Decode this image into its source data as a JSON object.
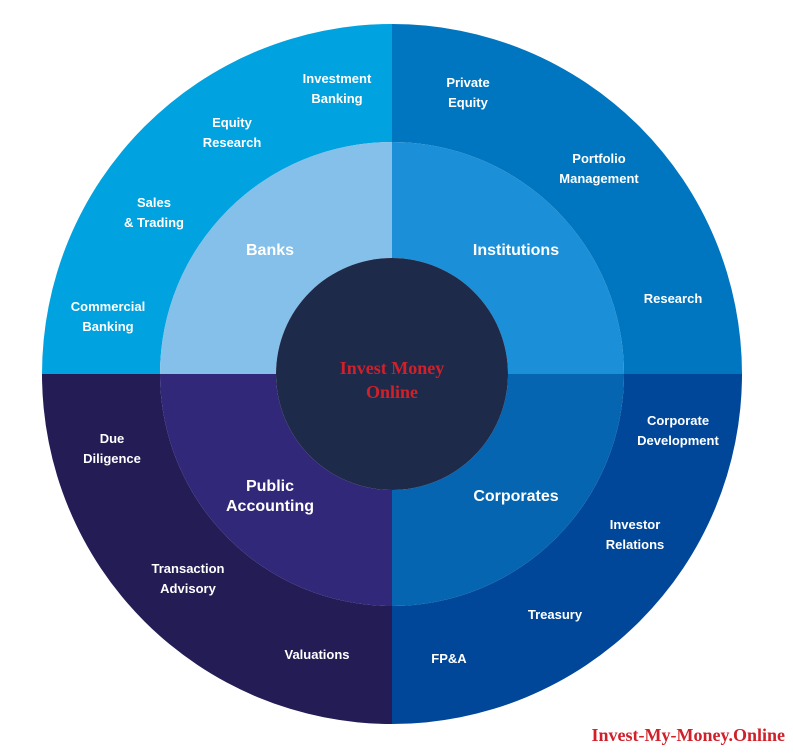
{
  "center": {
    "lines": [
      "Invest Money",
      "Online"
    ],
    "color": "#d0202a",
    "fill": "#1e2a4a"
  },
  "quadrants": [
    {
      "key": "banks",
      "label": [
        "Banks"
      ],
      "inner_color": "#84c0ea",
      "outer_color": "#00a3e0",
      "items": [
        [
          "Investment",
          "Banking"
        ],
        [
          "Equity",
          "Research"
        ],
        [
          "Sales",
          "& Trading"
        ],
        [
          "Commercial",
          "Banking"
        ]
      ]
    },
    {
      "key": "institutions",
      "label": [
        "Institutions"
      ],
      "inner_color": "#1b8fd8",
      "outer_color": "#0076c0",
      "items": [
        [
          "Private",
          "Equity"
        ],
        [
          "Portfolio",
          "Management"
        ],
        [
          "Research"
        ]
      ]
    },
    {
      "key": "corporates",
      "label": [
        "Corporates"
      ],
      "inner_color": "#0565b0",
      "outer_color": "#00479a",
      "items": [
        [
          "Corporate",
          "Development"
        ],
        [
          "Investor",
          "Relations"
        ],
        [
          "Treasury"
        ],
        [
          "FP&A"
        ]
      ]
    },
    {
      "key": "public-accounting",
      "label": [
        "Public",
        "Accounting"
      ],
      "inner_color": "#32287a",
      "outer_color": "#231c55",
      "items": [
        [
          "Due",
          "Diligence"
        ],
        [
          "Transaction",
          "Advisory"
        ],
        [
          "Valuations"
        ]
      ]
    }
  ],
  "watermark": "Invest-My-Money.Online"
}
